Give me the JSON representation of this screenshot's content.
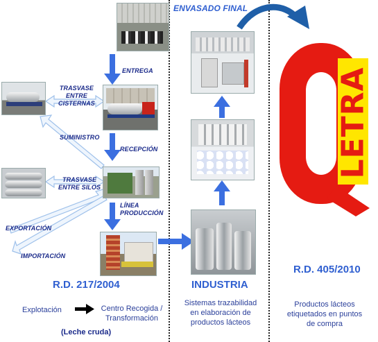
{
  "labels": {
    "envasado_final": "ENVASADO FINAL",
    "entrega": "ENTREGA",
    "trasvase_cisternas": "TRASVASE\nENTRE\nCISTERNAS",
    "suministro": "SUMINISTRO",
    "recepcion": "RECEPCIÓN",
    "trasvase_silos": "TRASVASE\nENTRE SILOS",
    "linea_produccion": "LÍNEA\nPRODUCCIÓN",
    "exportacion": "EXPORTACIÓN",
    "importacion": "IMPORTACIÓN"
  },
  "sections": {
    "left": {
      "title": "R.D. 217/2004",
      "explotacion": "Explotación",
      "centro": "Centro Recogida /\nTransformación",
      "leche": "(Leche cruda)"
    },
    "middle": {
      "title": "INDUSTRIA",
      "desc": "Sistemas trazabilidad\nen elaboración de\nproductos lácteos"
    },
    "right": {
      "title": "R.D. 405/2010",
      "desc": "Productos lácteos\netiquetados en puntos\nde compra"
    }
  },
  "logo": {
    "letter": "Q",
    "word": "LETRA"
  },
  "colors": {
    "arrow_blue": "#3b6fe0",
    "hollow_arrow": "#bcd4f2",
    "logo_red": "#e51b12",
    "logo_yellow": "#ffe600",
    "text_navy": "#1a2a8a",
    "rd_blue": "#2f5fd0"
  }
}
